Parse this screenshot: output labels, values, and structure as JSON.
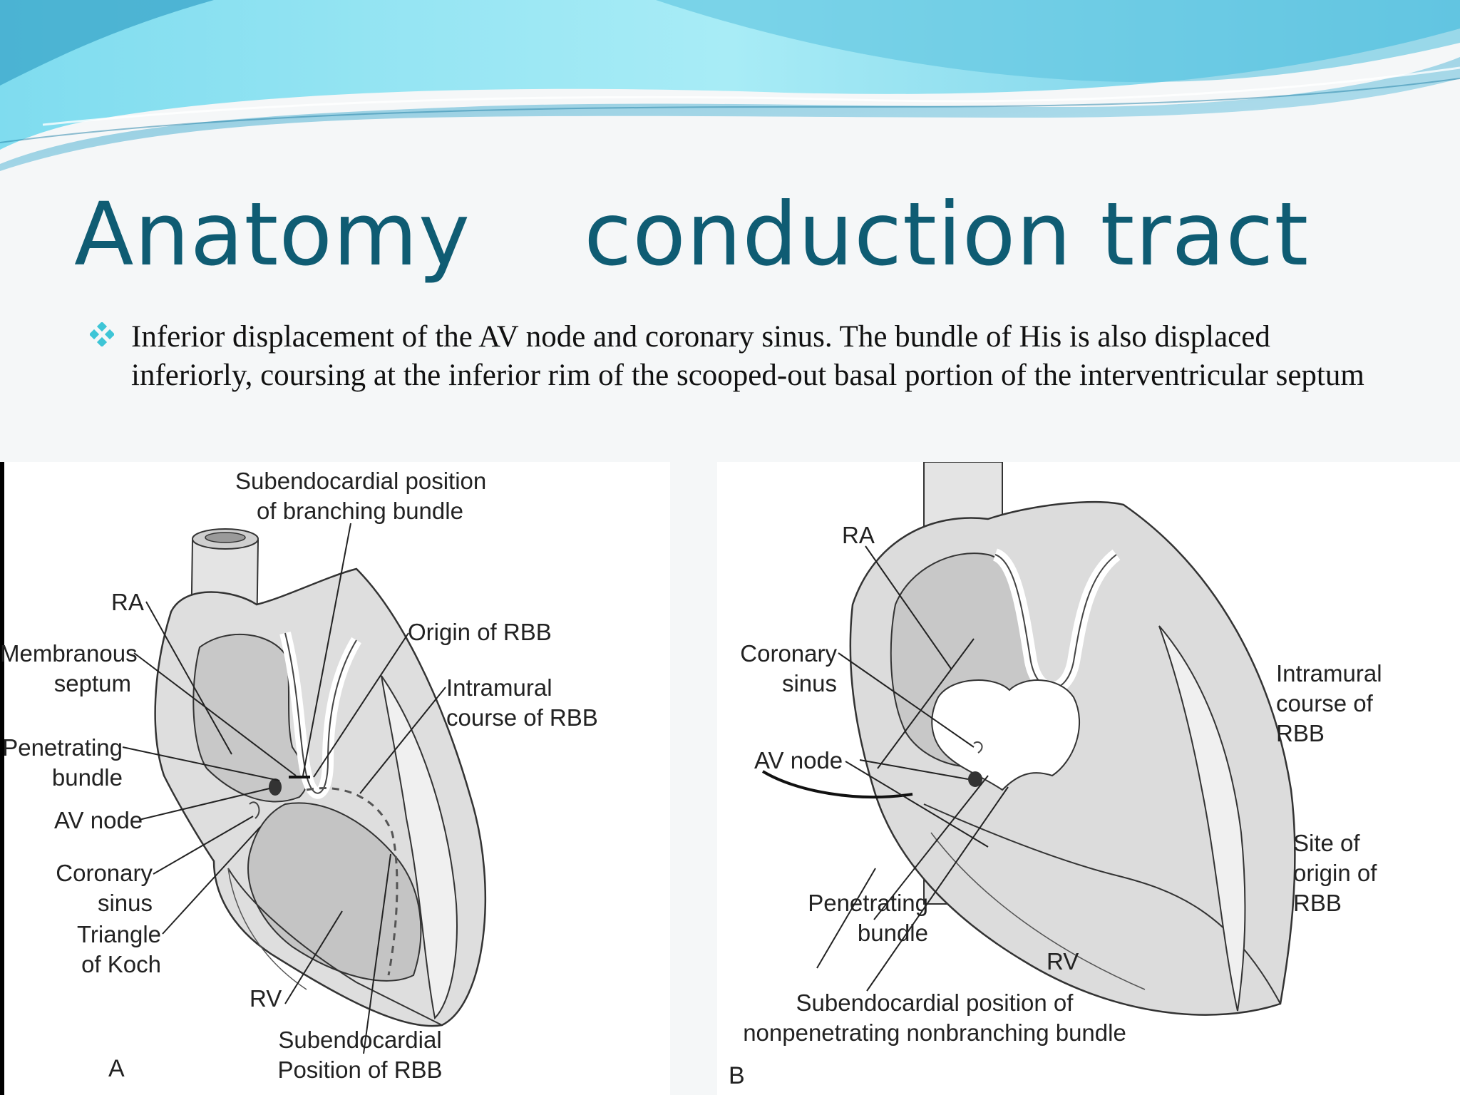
{
  "slide": {
    "title": "Anatomy    conduction tract",
    "bullet": "Inferior displacement of the AV node and coronary sinus. The bundle of His is also displaced inferiorly, coursing at the inferior rim of the scooped-out basal portion of the interventricular septum"
  },
  "figure_a": {
    "label_subendocardial_branching": [
      "Subendocardial position",
      "of branching bundle"
    ],
    "label_ra": "RA",
    "label_membranous": [
      "Membranous",
      "septum"
    ],
    "label_penetrating": [
      "Penetrating",
      "bundle"
    ],
    "label_av_node": "AV node",
    "label_coronary": [
      "Coronary",
      "sinus"
    ],
    "label_triangle": [
      "Triangle",
      "of Koch"
    ],
    "label_origin_rbb": "Origin of RBB",
    "label_intramural": [
      "Intramural",
      "course of RBB"
    ],
    "label_rv": "RV",
    "label_subendocardial_rbb": [
      "Subendocardial",
      "Position of RBB"
    ],
    "panel": "A"
  },
  "figure_b": {
    "label_ra": "RA",
    "label_coronary": [
      "Coronary",
      "sinus"
    ],
    "label_av_node": "AV node",
    "label_intramural": [
      "Intramural",
      "course of",
      "RBB"
    ],
    "label_site": [
      "Site of",
      "origin of",
      "RBB"
    ],
    "label_penetrating": [
      "Penetrating",
      "bundle"
    ],
    "label_rv": "RV",
    "label_subendocardial_nonpen": [
      "Subendocardial position of",
      "nonpenetrating nonbranching bundle"
    ],
    "panel": "B"
  },
  "colors": {
    "title": "#0f5c73",
    "bullet_icon": "#3ec5d6",
    "banner_light": "#9fe6f2",
    "banner_dark": "#2a8fb4"
  }
}
